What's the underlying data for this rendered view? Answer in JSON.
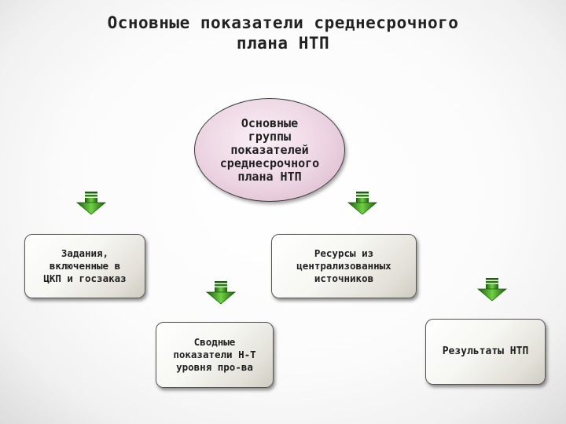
{
  "title": "Основные показатели среднесрочного\nплана НТП",
  "center": {
    "text": "Основные\nгруппы\nпоказателей\nсреднесрочного\nплана НТП"
  },
  "boxes": [
    {
      "text": "Задания,\nвключенные в\nЦКП и госзаказ"
    },
    {
      "text": "Ресурсы из\nцентрализованных\nисточников"
    },
    {
      "text": "Сводные\nпоказатели Н-Т\nуровня про-ва"
    },
    {
      "text": "Результаты НТП"
    }
  ],
  "colors": {
    "oval_fill": "#ecd4e2",
    "box_fill": "#f6f6f2",
    "arrow_green": "#3aa21e",
    "arrow_dark": "#1f5c10"
  },
  "icons": [
    "down-arrow-icon"
  ]
}
